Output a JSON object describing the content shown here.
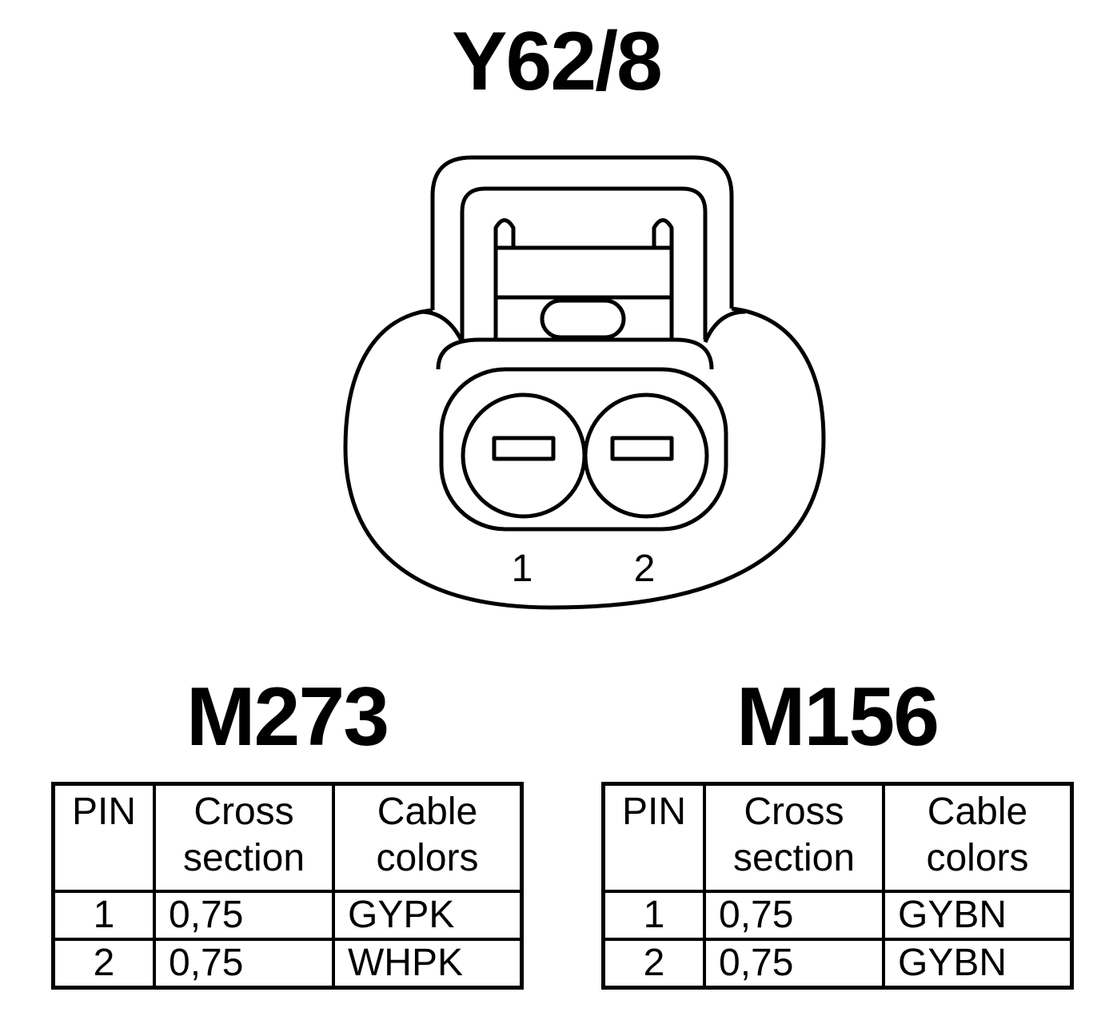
{
  "title": "Y62/8",
  "connector": {
    "pin_labels": [
      "1",
      "2"
    ]
  },
  "headers": {
    "pin": "PIN",
    "cross_line1": "Cross",
    "cross_line2": "section",
    "color_line1": "Cable",
    "color_line2": "colors"
  },
  "m273": {
    "title": "M273",
    "rows": [
      {
        "pin": "1",
        "cross": "0,75",
        "color": "GYPK"
      },
      {
        "pin": "2",
        "cross": "0,75",
        "color": "WHPK"
      }
    ]
  },
  "m156": {
    "title": "M156",
    "rows": [
      {
        "pin": "1",
        "cross": "0,75",
        "color": "GYBN"
      },
      {
        "pin": "2",
        "cross": "0,75",
        "color": "GYBN"
      }
    ]
  }
}
